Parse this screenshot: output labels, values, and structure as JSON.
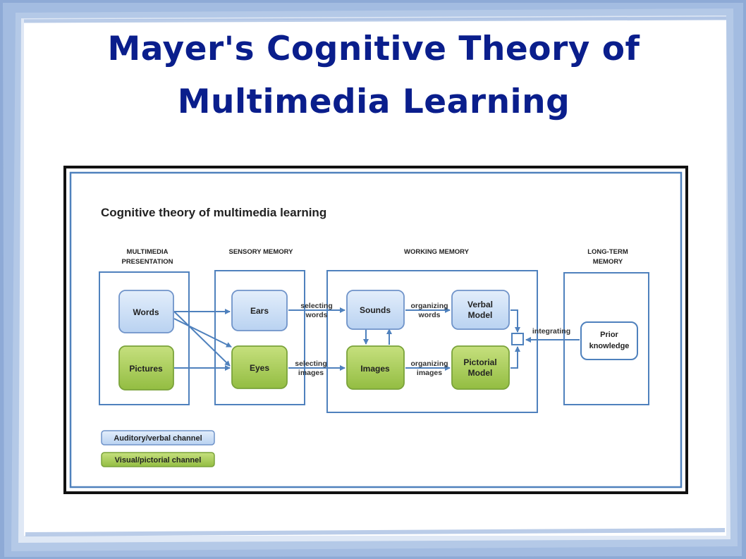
{
  "slide": {
    "title_line1": "Mayer's Cognitive Theory of",
    "title_line2": "Multimedia Learning"
  },
  "diagram": {
    "heading": "Cognitive theory of multimedia learning",
    "sections": {
      "presentation": [
        "MULTIMEDIA",
        "PRESENTATION"
      ],
      "sensory": "SENSORY MEMORY",
      "working": "WORKING MEMORY",
      "longterm": [
        "LONG-TERM",
        "MEMORY"
      ]
    },
    "nodes": {
      "words": "Words",
      "pictures": "Pictures",
      "ears": "Ears",
      "eyes": "Eyes",
      "sounds": "Sounds",
      "images": "Images",
      "verbal_model": [
        "Verbal",
        "Model"
      ],
      "pictorial_model": [
        "Pictorial",
        "Model"
      ],
      "prior_knowledge": [
        "Prior",
        "knowledge"
      ]
    },
    "arrow_labels": {
      "selecting_words": [
        "selecting",
        "words"
      ],
      "selecting_images": [
        "selecting",
        "images"
      ],
      "organizing_words": [
        "organizing",
        "words"
      ],
      "organizing_images": [
        "organizing",
        "images"
      ],
      "integrating": "integrating"
    },
    "legend": {
      "auditory": "Auditory/verbal channel",
      "visual": "Visual/pictorial channel"
    },
    "colors": {
      "verbal_fill": "#cfe0f7",
      "verbal_stroke": "#6f93c9",
      "visual_fill": "#a8cd5a",
      "visual_stroke": "#7aa33a",
      "section_stroke": "#4f81bd",
      "arrow": "#4f81bd",
      "title": "#0a1e8c"
    }
  }
}
